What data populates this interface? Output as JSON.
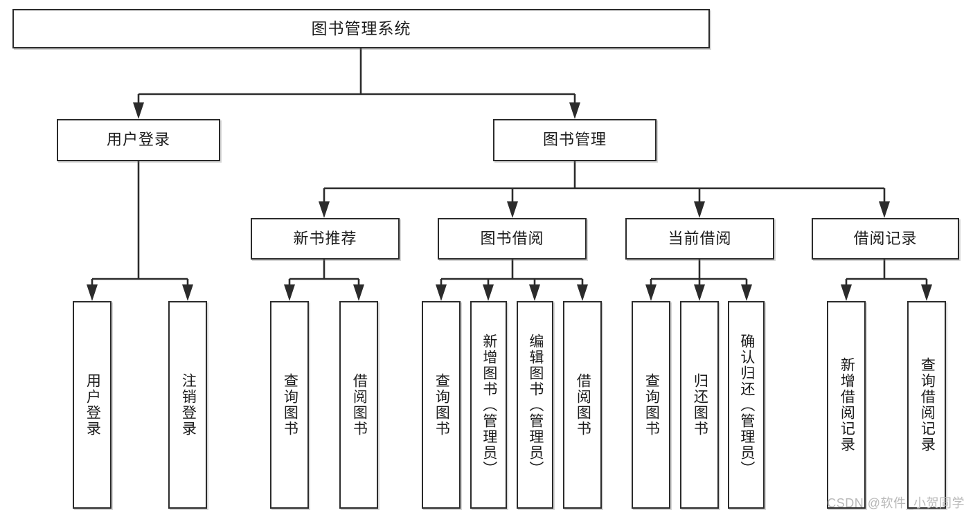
{
  "diagram": {
    "type": "tree",
    "title": "图书管理系统",
    "watermark": "CSDN @软件_小贺同学",
    "nodes": {
      "root": {
        "label": "图书管理系统"
      },
      "level2": [
        {
          "id": "user-login",
          "label": "用户登录"
        },
        {
          "id": "book-manage",
          "label": "图书管理"
        }
      ],
      "level3": [
        {
          "id": "new-book-recommend",
          "label": "新书推荐"
        },
        {
          "id": "book-borrow",
          "label": "图书借阅"
        },
        {
          "id": "current-borrow",
          "label": "当前借阅"
        },
        {
          "id": "borrow-record",
          "label": "借阅记录"
        }
      ],
      "leaves": {
        "user_login": [
          {
            "id": "leaf-user-login",
            "label": "用户登录"
          },
          {
            "id": "leaf-logout",
            "label": "注销登录"
          }
        ],
        "new_book_recommend": [
          {
            "id": "leaf-query-book-1",
            "label": "查询图书"
          },
          {
            "id": "leaf-borrow-book-1",
            "label": "借阅图书"
          }
        ],
        "book_borrow": [
          {
            "id": "leaf-query-book-2",
            "label": "查询图书"
          },
          {
            "id": "leaf-add-book",
            "label": "新增图书（管理员）"
          },
          {
            "id": "leaf-edit-book",
            "label": "编辑图书（管理员）"
          },
          {
            "id": "leaf-borrow-book-2",
            "label": "借阅图书"
          }
        ],
        "current_borrow": [
          {
            "id": "leaf-query-book-3",
            "label": "查询图书"
          },
          {
            "id": "leaf-return-book",
            "label": "归还图书"
          },
          {
            "id": "leaf-confirm-return",
            "label": "确认归还（管理员）"
          }
        ],
        "borrow_record": [
          {
            "id": "leaf-add-record",
            "label": "新增借阅记录"
          },
          {
            "id": "leaf-query-record",
            "label": "查询借阅记录"
          }
        ]
      }
    },
    "colors": {
      "stroke": "#2b2b2b",
      "fill": "#ffffff",
      "text": "#1c1c1c",
      "watermark": "#b9b9b9"
    }
  }
}
